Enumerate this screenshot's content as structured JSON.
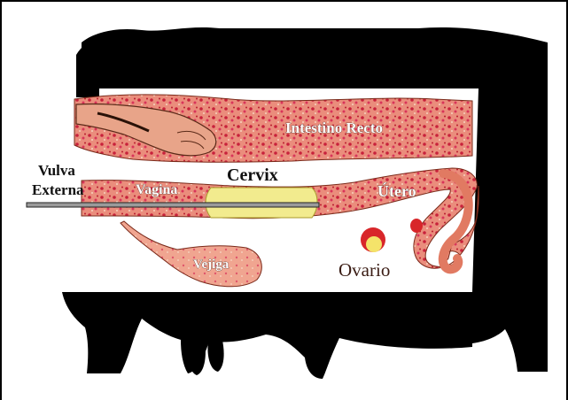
{
  "labels": {
    "vulva_line1": "Vulva",
    "vulva_line2": "Externa",
    "vagina": "Vagina",
    "cervix": "Cervix",
    "utero": "Útero",
    "intestino": "Intestino Recto",
    "vejiga": "Vejiga",
    "ovario": "Ovario"
  },
  "colors": {
    "silhouette": "#000000",
    "tissue_pink": "#e7897a",
    "tissue_red": "#c8213b",
    "cervix_yellow": "#f2eb8e",
    "ovary_red": "#d8262a",
    "ovary_yellow": "#f4e36a",
    "hand_skin": "#e8a489"
  }
}
